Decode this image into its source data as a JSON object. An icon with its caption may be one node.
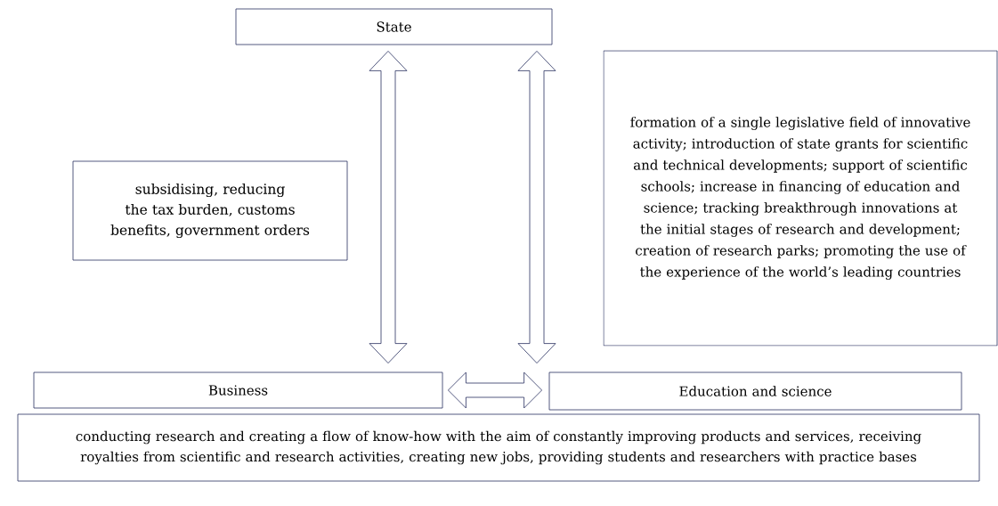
{
  "diagram": {
    "nodes": [
      {
        "text": [
          "State"
        ]
      },
      {
        "text": [
          "subsidising, reducing the tax burden, customs benefits, government orders"
        ]
      },
      {
        "text": [
          "formation of a single legislative field of innovative activity; introduction of state grants for scientific and technical developments; support of scientific schools; increase in financing of education and science; tracking breakthrough innovations at the initial stages of research and development; creation of research parks; promoting the use of the experience of the world’s leading countries"
        ]
      },
      {
        "text": [
          "Business"
        ]
      },
      {
        "text": [
          "Education and science"
        ]
      },
      {
        "text": [
          "conducting research and creating a flow of know-how with the aim of constantly improving products and services, receiving royalties from scientific and research activities, creating new jobs, providing students and researchers with practice bases"
        ]
      }
    ],
    "edges": [
      {
        "from": 0,
        "to": 3,
        "arrow": "both"
      },
      {
        "from": 0,
        "to": 4,
        "arrow": "both"
      },
      {
        "from": 3,
        "to": 4,
        "arrow": "both"
      }
    ]
  }
}
